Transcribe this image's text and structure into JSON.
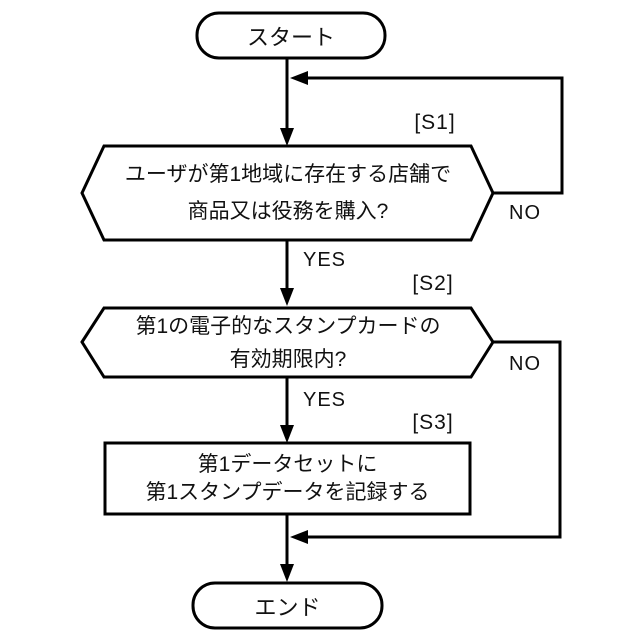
{
  "figure": {
    "background_color": "#ffffff",
    "line_color": "#000000"
  },
  "flowchart": {
    "start": {
      "label": "スタート"
    },
    "end": {
      "label": "エンド"
    },
    "steps": [
      {
        "id": "[S1]",
        "type": "decision",
        "text_line1": "ユーザが第1地域に存在する店舗で",
        "text_line2": "商品又は役務を購入?",
        "yes": "YES",
        "no": "NO"
      },
      {
        "id": "[S2]",
        "type": "decision",
        "text_line1": "第1の電子的なスタンプカードの",
        "text_line2": "有効期限内?",
        "yes": "YES",
        "no": "NO"
      },
      {
        "id": "[S3]",
        "type": "process",
        "text_line1": "第1データセットに",
        "text_line2": "第1スタンプデータを記録する"
      }
    ]
  }
}
